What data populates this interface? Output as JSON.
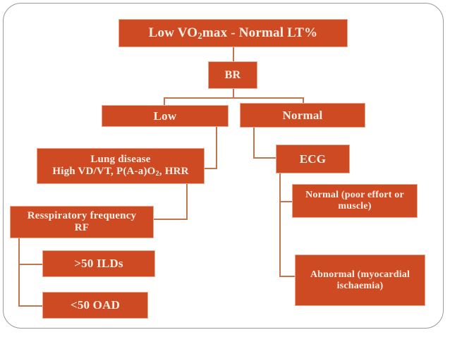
{
  "diagram": {
    "title_text_plain": "Low VO2max   - Normal LT%",
    "colors": {
      "box_fill": "#CE4A22",
      "box_text": "#FDEFE6",
      "box_border": "#E8A98E",
      "connector": "#C2754F",
      "frame_border": "#9A9A9A",
      "background": "#FFFFFF"
    },
    "nodes": {
      "title_pre": "Low VO",
      "title_sub": "2",
      "title_post": "max   - Normal LT%",
      "br": "BR",
      "low": "Low",
      "normal": "Normal",
      "lung_line1": "Lung disease",
      "lung_line2_pre": "High VD/VT, P(A-a)O",
      "lung_line2_sub": "2",
      "lung_line2_post": ", HRR",
      "ecg": "ECG",
      "ecg_normal": "Normal (poor effort or muscle)",
      "rf_line1": "Resspiratory frequency",
      "rf_line2": "RF",
      "ilds": ">50 ILDs",
      "oad": "<50 OAD",
      "abnormal": "Abnormal (myocardial ischaemia)"
    }
  }
}
